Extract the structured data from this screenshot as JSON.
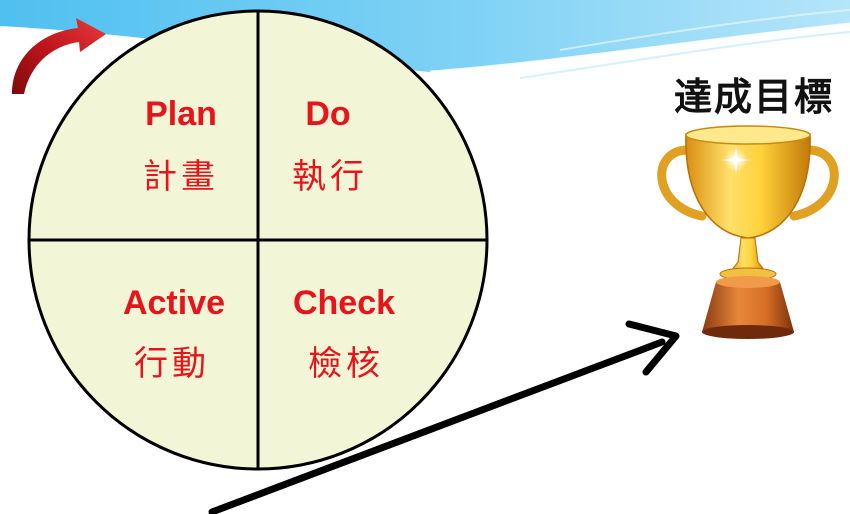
{
  "slide": {
    "header_colors": [
      "#5dc6f2",
      "#8fd8f6",
      "#c9ecfb"
    ],
    "background": "#ffffff"
  },
  "cycle": {
    "fill_color": "#f2f5d6",
    "stroke_color": "#000000",
    "text_color": "#e8141b",
    "quadrants": [
      {
        "id": "plan",
        "en": "Plan",
        "zh": "計畫"
      },
      {
        "id": "do",
        "en": "Do",
        "zh": "執行"
      },
      {
        "id": "active",
        "en": "Active",
        "zh": "行動"
      },
      {
        "id": "check",
        "en": "Check",
        "zh": "檢核"
      }
    ]
  },
  "goal": {
    "label": "達成目標",
    "icon": "trophy-icon"
  },
  "arrows": {
    "cycle_arrow_icon": "curved-arrow-icon",
    "cycle_arrow_color": "#c0151b",
    "progress_arrow_icon": "progress-arrow-icon",
    "progress_arrow_color": "#000000"
  }
}
